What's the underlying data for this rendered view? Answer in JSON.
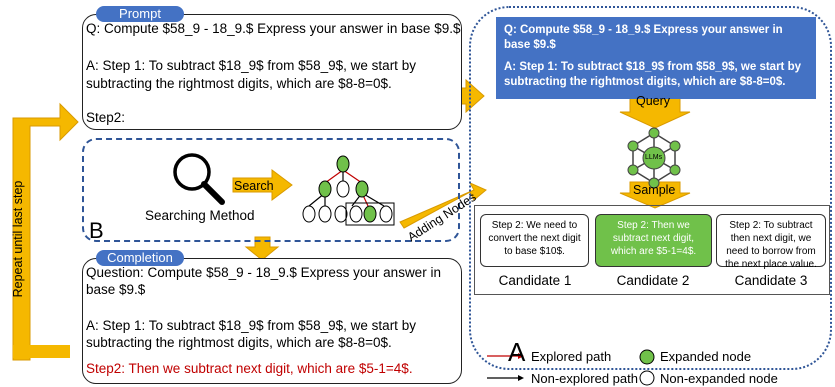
{
  "prompt_box": {
    "tag": "Prompt",
    "question": "Q: Compute $58_9 - 18_9.$ Express your answer in base $9.$",
    "answer_line1": "A: Step 1: To subtract $18_9$ from $58_9$, we start by",
    "answer_line2": "subtracting the rightmost digits, which are $8-8=0$.",
    "step2": "Step2:"
  },
  "search_box": {
    "method_label": "Searching Method",
    "search_label": "Search",
    "panel_letter": "B"
  },
  "completion_box": {
    "tag": "Completion",
    "question_line1": "Question: Compute $58_9 - 18_9.$ Express your answer in",
    "question_line2": "base $9.$",
    "answer_line1": "A: Step 1: To subtract $18_9$ from $58_9$, we start by",
    "answer_line2": "subtracting the rightmost digits, which are $8-8=0$.",
    "step2": "Step2: Then we subtract next digit, which are $5-1=4$."
  },
  "loop_label": "Repeat until last step",
  "adding_nodes_label": "Adding Nodes",
  "panel_a": {
    "query_text_q": "Q: Compute $58_9 - 18_9.$ Express your answer in base $9.$",
    "query_text_a": "A: Step 1: To subtract $18_9$ from $58_9$, we start by subtracting the rightmost digits, which are $8-8=0$.",
    "query_label": "Query",
    "llm_label": "LLMs",
    "sample_label": "Sample",
    "panel_letter": "A",
    "candidates": [
      {
        "text": "Step 2: We need to convert the next digit to base $10$.",
        "label": "Candidate 1"
      },
      {
        "text": "Step 2:  Then we subtract next digit, which are $5-1=4$.",
        "label": "Candidate 2"
      },
      {
        "text": "Step 2: To subtract then next digit, we need to borrow from the next place value.",
        "label": "Candidate 3"
      }
    ]
  },
  "legend": {
    "explored": "Explored path",
    "non_explored": "Non-explored path",
    "expanded": "Expanded node",
    "non_expanded": "Non-expanded node"
  },
  "colors": {
    "blue": "#4472c4",
    "dark_blue": "#2f5597",
    "orange": "#f5b800",
    "green": "#70c14a",
    "red_text": "#c00000"
  }
}
